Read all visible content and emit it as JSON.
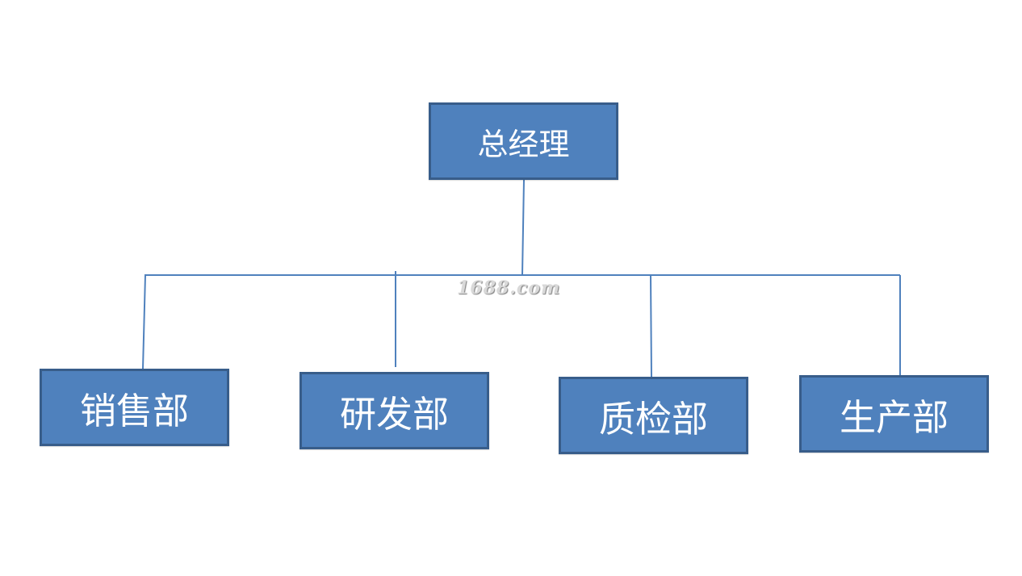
{
  "diagram": {
    "root": {
      "label": "总经理"
    },
    "departments": [
      {
        "label": "销售部"
      },
      {
        "label": "研发部"
      },
      {
        "label": "质检部"
      },
      {
        "label": "生产部"
      }
    ]
  },
  "watermark": {
    "text": "1688.com"
  },
  "colors": {
    "node_fill": "#4f81bd",
    "node_border": "#385d8a",
    "connector": "#4f81bd",
    "text": "#ffffff",
    "background": "#ffffff"
  }
}
